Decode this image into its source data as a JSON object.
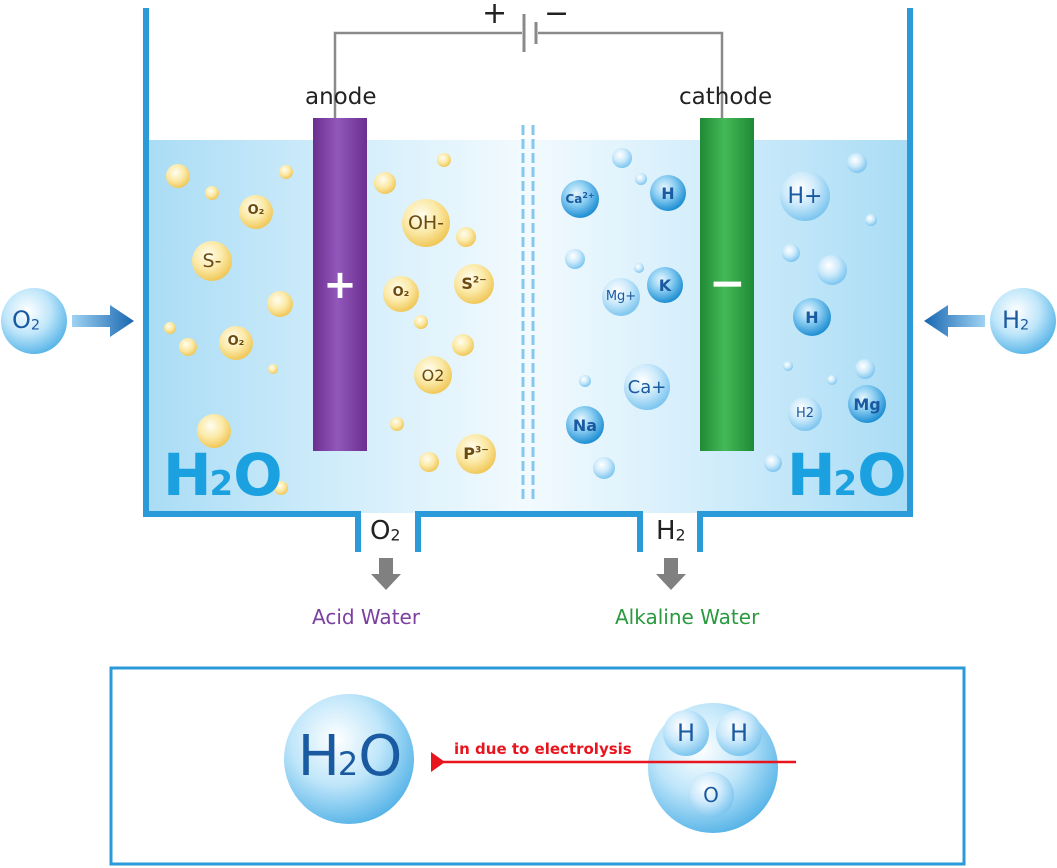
{
  "battery": {
    "plus": "+",
    "minus": "−"
  },
  "electrodes": {
    "anode_label": "anode",
    "cathode_label": "cathode",
    "anode_sign": "+",
    "cathode_sign": "−"
  },
  "water_left": {
    "main": "H",
    "sub": "2",
    "tail": "O"
  },
  "water_right": {
    "main": "H",
    "sub": "2",
    "tail": "O"
  },
  "inputs": {
    "left": {
      "main": "O",
      "sub": "2"
    },
    "right": {
      "main": "H",
      "sub": "2"
    }
  },
  "outlets": {
    "left": {
      "main": "O",
      "sub": "2",
      "product": "Acid Water"
    },
    "right": {
      "main": "H",
      "sub": "2",
      "product": "Alkaline Water"
    }
  },
  "ions_left": {
    "o2_a": "O₂",
    "s_minus": "S-",
    "o2_b": "O₂",
    "oh_minus": "OH-",
    "o2_c": "O₂",
    "s2_base": "S",
    "s2_sup": "2−",
    "o2_d": "O2",
    "p3_base": "P",
    "p3_sup": "3−"
  },
  "ions_right": {
    "ca2_base": "Ca",
    "ca2_sup": "2+",
    "h_a": "H",
    "k": "K",
    "mg_plus": "Mg+",
    "ca_plus": "Ca+",
    "na": "Na",
    "h_plus": "H+",
    "h_b": "H",
    "h2": "H2",
    "mg": "Mg"
  },
  "electrolysis": {
    "molecule": {
      "main": "H",
      "sub": "2",
      "tail": "O"
    },
    "caption": "in due to electrolysis",
    "atoms": {
      "h1": "H",
      "h2": "H",
      "o": "O"
    }
  },
  "colors": {
    "tank": "#2b9ad8",
    "water_light": "#d7eefb",
    "anode": "#7b3fa0",
    "cathode": "#2a9a3f",
    "acid_text": "#7b3fa0",
    "alkaline_text": "#2a9a3f",
    "reaction_arrow": "#e8141e",
    "label_blue": "#1ba0e0",
    "outlet_arrow": "#808080",
    "yellow_ion_text": "#6b4a12",
    "blue_ion_text": "#1a5aa0"
  }
}
